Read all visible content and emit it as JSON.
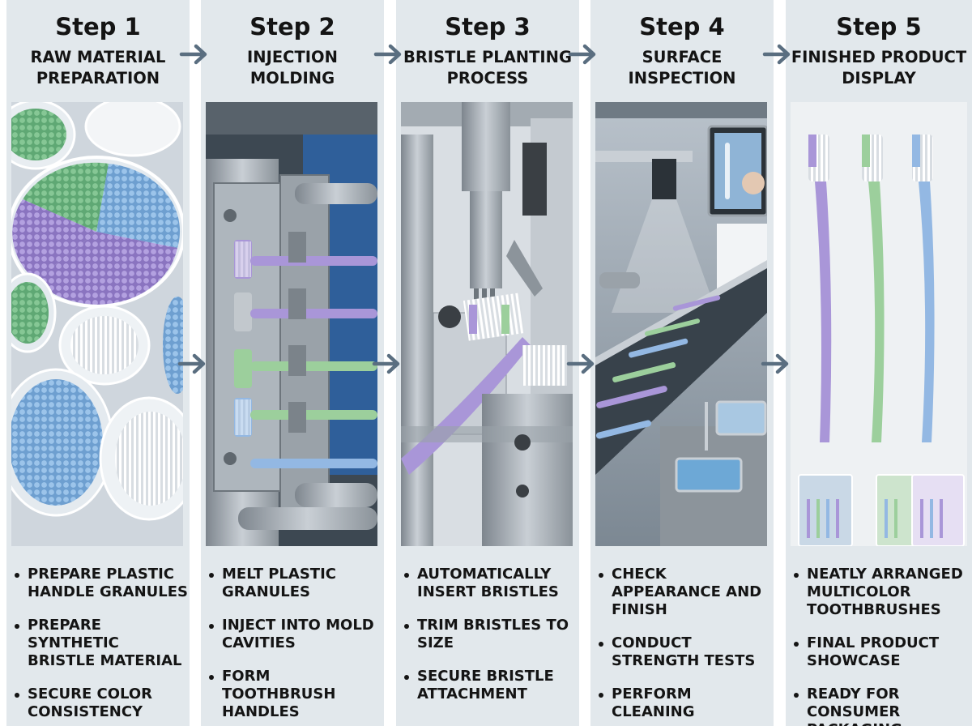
{
  "colors": {
    "panel": "#e2e8ec",
    "arrow": "#5a6e80",
    "text": "#141414",
    "lavender": "#a996d8",
    "green": "#9ccf9c",
    "blue": "#93b8e3"
  },
  "icons": {
    "flow_arrow": "arrow-right-icon",
    "bullet": "bullet-dot-icon"
  },
  "steps": [
    {
      "title": "Step 1",
      "subtitle_lines": [
        "RAW MATERIAL",
        "PREPARATION"
      ],
      "bullets": [
        "Prepare plastic handle granules",
        "Prepare synthetic bristle material",
        "Secure color consistency"
      ]
    },
    {
      "title": "Step 2",
      "subtitle_lines": [
        "INJECTION",
        "MOLDING"
      ],
      "bullets": [
        "Melt plastic granules",
        "Inject into mold cavities",
        "Form toothbrush handles"
      ]
    },
    {
      "title": "Step 3",
      "subtitle_lines": [
        "BRISTLE PLANTING",
        "PROCESS"
      ],
      "bullets": [
        "Automatically insert bristles",
        "Trim bristles to size",
        "Secure bristle attachment"
      ]
    },
    {
      "title": "Step 4",
      "subtitle_lines": [
        "SURFACE",
        "INSPECTION"
      ],
      "bullets": [
        "Check appearance and finish",
        "Conduct strength tests",
        "Perform cleaning"
      ]
    },
    {
      "title": "Step 5",
      "subtitle_lines": [
        "FINISHED PRODUCT",
        "DISPLAY"
      ],
      "bullets": [
        "Neatly arranged multicolor toothbrushes",
        "Final product showcase",
        "Ready for consumer packaging"
      ]
    }
  ]
}
